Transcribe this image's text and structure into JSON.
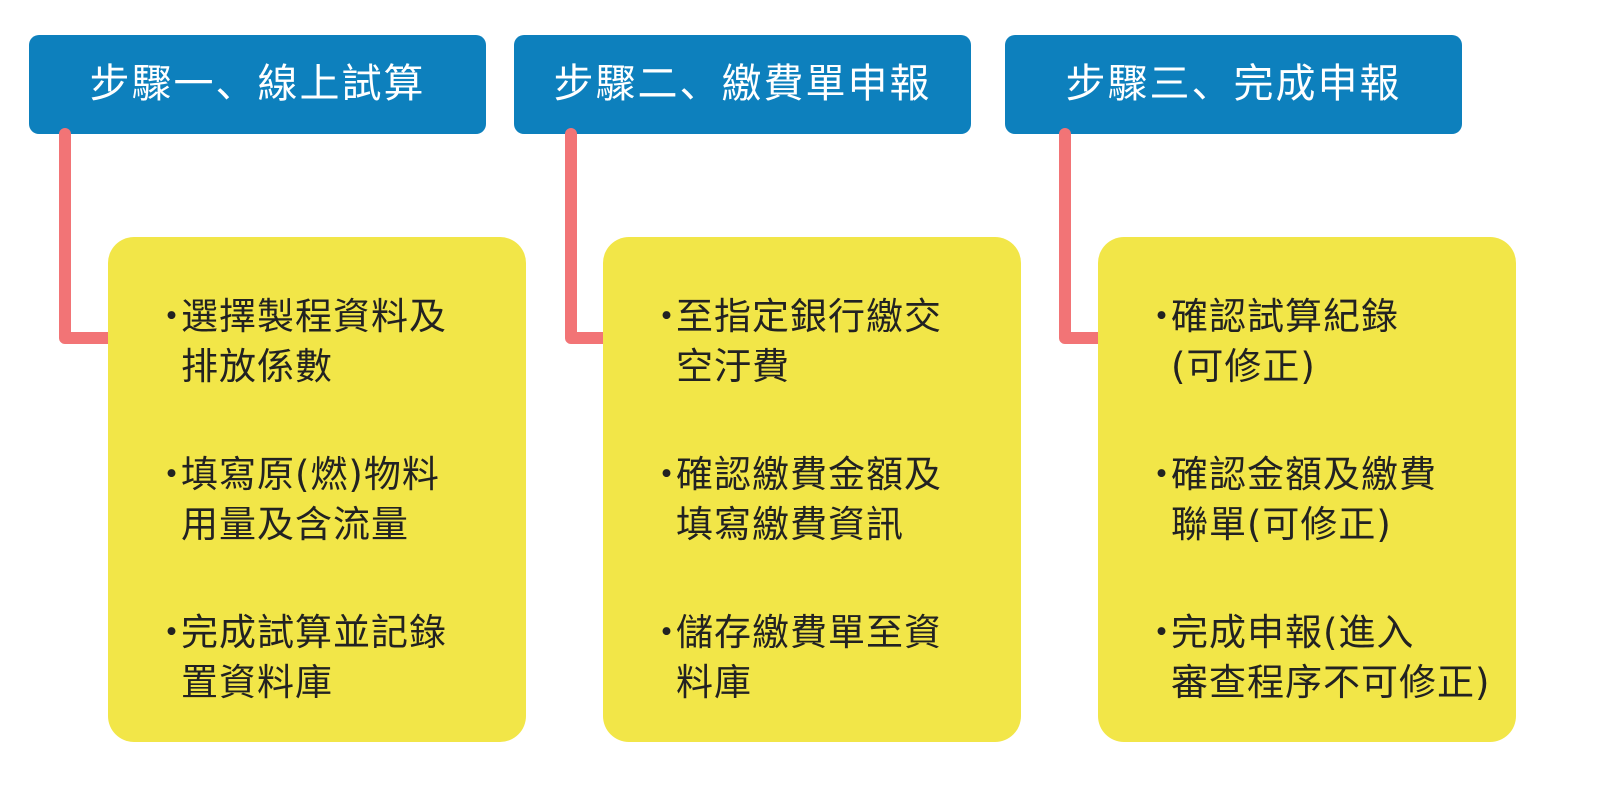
{
  "colors": {
    "header_bg": "#0d80bd",
    "card_bg": "#f2e648",
    "connector": "#f27476",
    "text": "#222222"
  },
  "steps": [
    {
      "title": "步驟一、線上試算",
      "items": [
        {
          "lines": [
            "選擇製程資料及",
            "排放係數"
          ]
        },
        {
          "lines": [
            "填寫原(燃)物料",
            "用量及含流量"
          ]
        },
        {
          "lines": [
            "完成試算並記錄",
            "置資料庫"
          ]
        }
      ]
    },
    {
      "title": "步驟二、繳費單申報",
      "items": [
        {
          "lines": [
            "至指定銀行繳交",
            "空汙費"
          ]
        },
        {
          "lines": [
            "確認繳費金額及",
            "填寫繳費資訊"
          ]
        },
        {
          "lines": [
            "儲存繳費單至資",
            "料庫"
          ]
        }
      ]
    },
    {
      "title": "步驟三、完成申報",
      "items": [
        {
          "lines": [
            "確認試算紀錄",
            "(可修正)"
          ]
        },
        {
          "lines": [
            "確認金額及繳費",
            "聯單(可修正)"
          ]
        },
        {
          "lines": [
            "完成申報(進入",
            "審查程序不可修正)"
          ]
        }
      ]
    }
  ],
  "bullet_symbol": "・"
}
